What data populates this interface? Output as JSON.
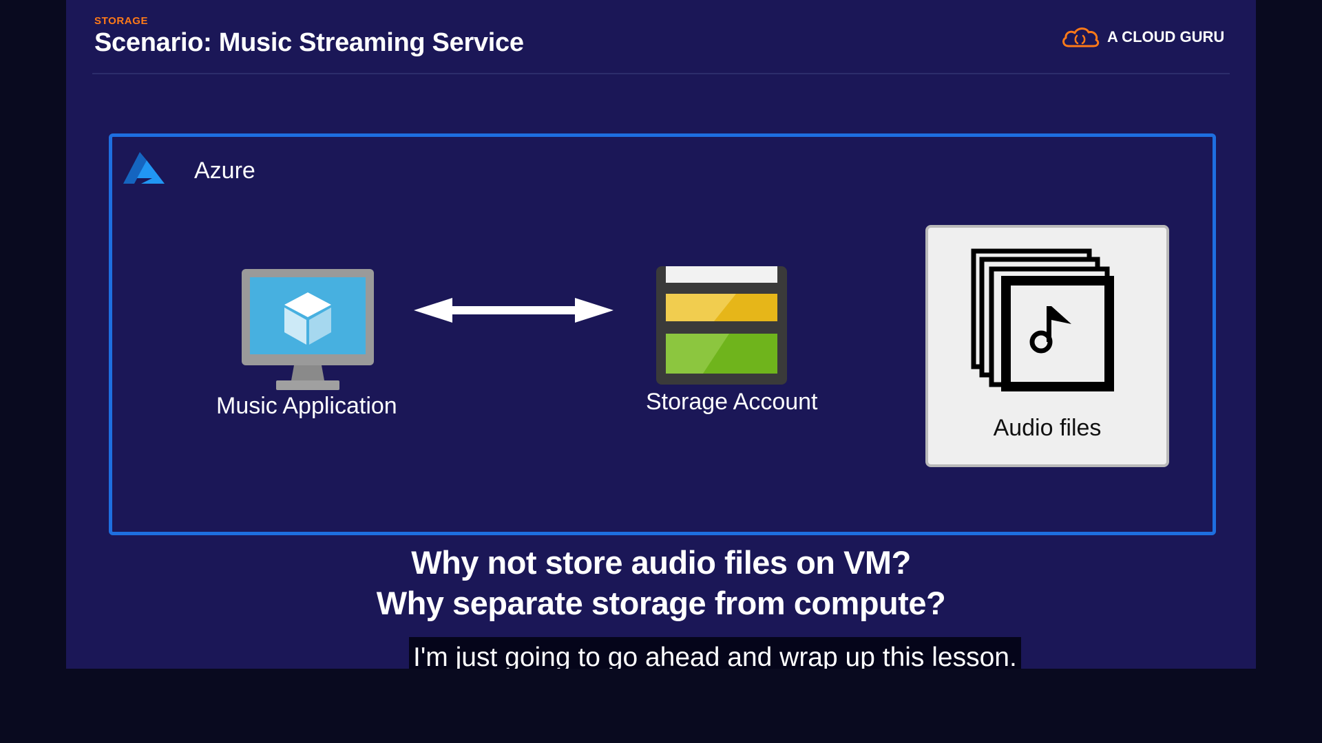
{
  "header": {
    "eyebrow": "STORAGE",
    "title": "Scenario: Music Streaming Service",
    "brand": "A CLOUD GURU"
  },
  "diagram": {
    "container_label": "Azure",
    "nodes": {
      "music_app": "Music Application",
      "storage_account": "Storage Account",
      "audio_files": "Audio files"
    },
    "connector": "bidirectional-arrow"
  },
  "questions": [
    "Why not store audio files on VM?",
    "Why separate storage from compute?"
  ],
  "caption": "I'm just going to go ahead and wrap up this lesson.",
  "colors": {
    "background": "#1b1757",
    "accent": "#ff7a18",
    "azure_border": "#1e6fe0",
    "storage_yellow": "#e6b619",
    "storage_green": "#6fb41c"
  },
  "icons": [
    "cloud-guru-logo-icon",
    "azure-logo-icon",
    "virtual-machine-icon",
    "bidirectional-arrow-icon",
    "storage-account-icon",
    "audio-files-icon",
    "music-note-icon"
  ]
}
